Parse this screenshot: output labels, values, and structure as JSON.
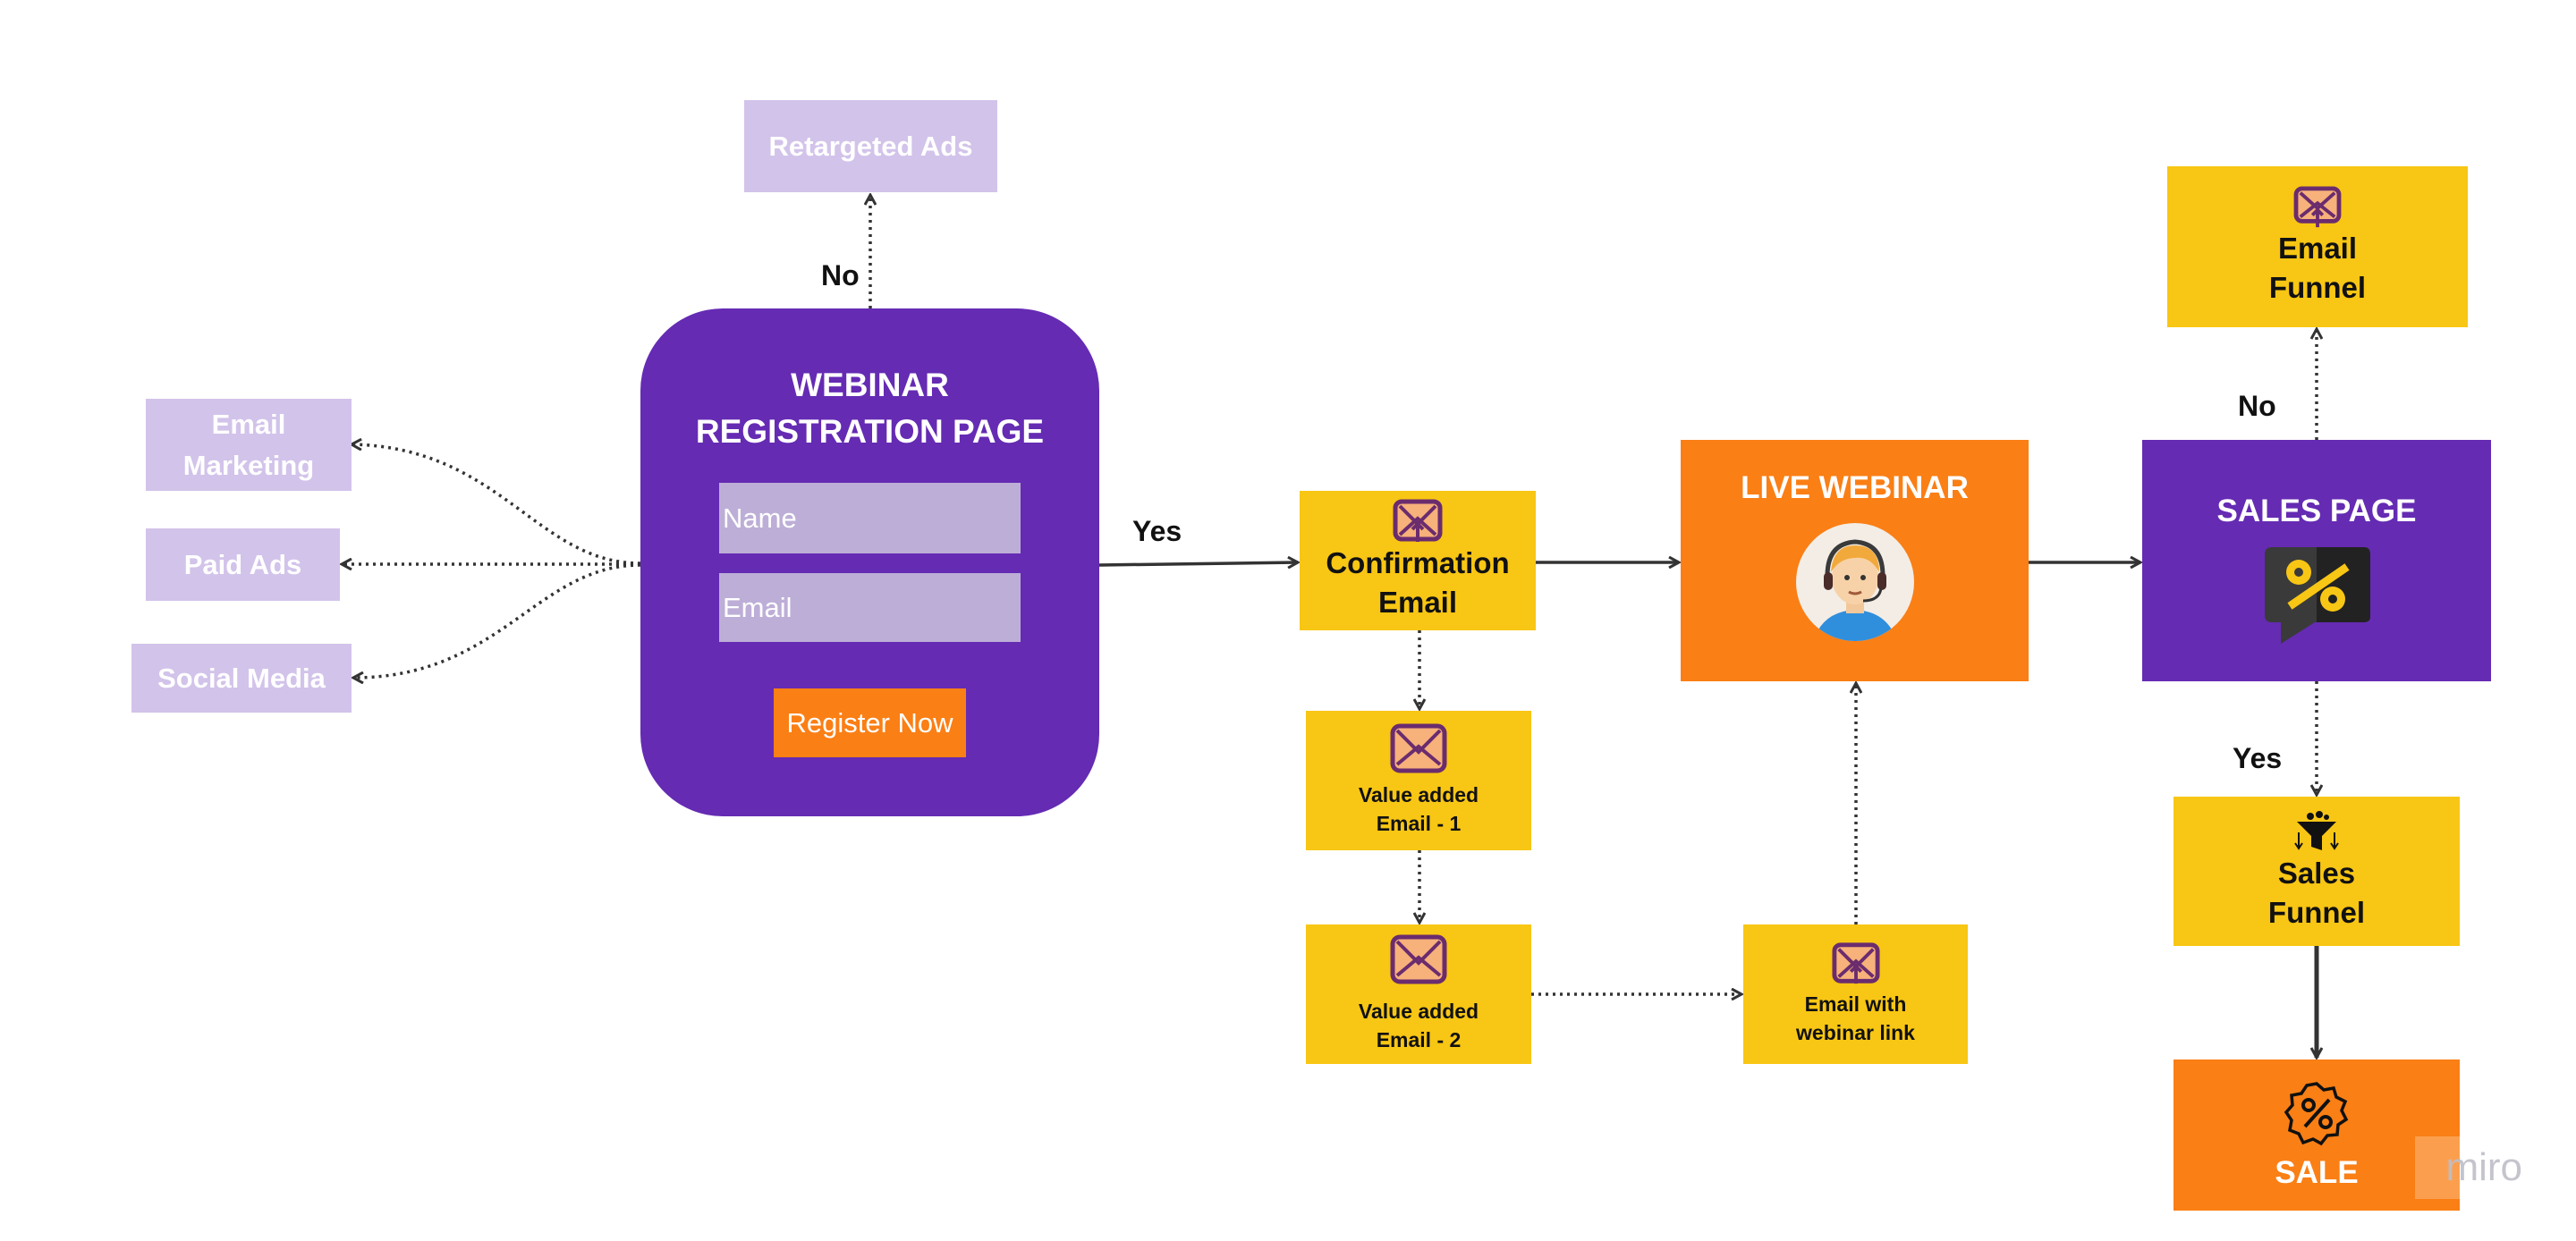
{
  "nodes": {
    "retargeted_ads": "Retargeted Ads",
    "email_marketing": "Email Marketing",
    "paid_ads": "Paid Ads",
    "social_media": "Social Media",
    "registration": {
      "title_line1": "WEBINAR",
      "title_line2": "REGISTRATION PAGE",
      "name_placeholder": "Name",
      "email_placeholder": "Email",
      "register_button": "Register Now"
    },
    "confirmation_email": {
      "line1": "Confirmation",
      "line2": "Email"
    },
    "value_email_1": {
      "line1": "Value added",
      "line2": "Email - 1"
    },
    "value_email_2": {
      "line1": "Value added",
      "line2": "Email - 2"
    },
    "email_webinar_link": {
      "line1": "Email with",
      "line2": "webinar link"
    },
    "live_webinar": "LIVE WEBINAR",
    "sales_page": "SALES PAGE",
    "email_funnel": {
      "line1": "Email",
      "line2": "Funnel"
    },
    "sales_funnel": {
      "line1": "Sales",
      "line2": "Funnel"
    },
    "sale": "SALE"
  },
  "edge_labels": {
    "registration_no": "No",
    "registration_yes": "Yes",
    "sales_no": "No",
    "sales_yes": "Yes"
  },
  "watermark": "miro",
  "colors": {
    "purple": "#652bb3",
    "orange": "#fa7f15",
    "yellow": "#f8c614",
    "lavender": "#d2c3ea"
  }
}
